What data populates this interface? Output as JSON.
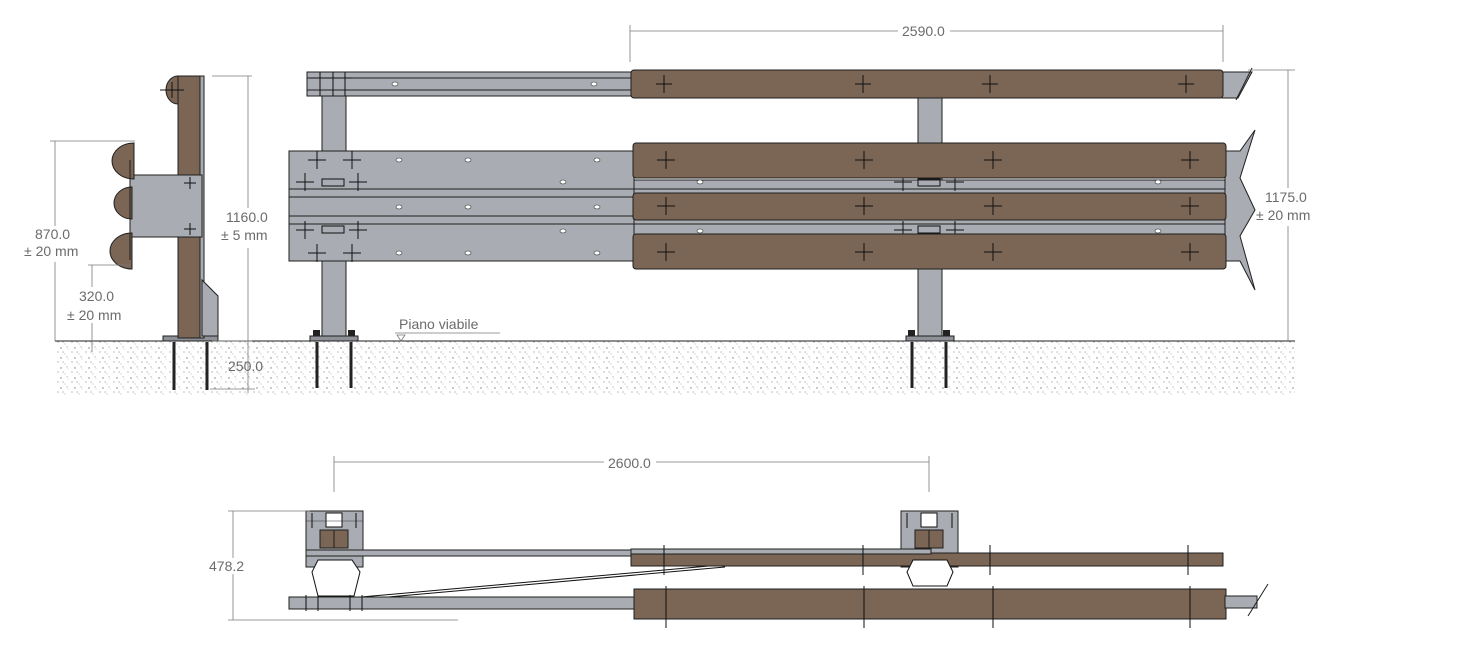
{
  "dimensions": {
    "top_length": "2590.0",
    "post_height": "1160.0",
    "post_height_tol": "± 5 mm",
    "rail_height": "870.0",
    "rail_height_tol": "± 20 mm",
    "lower_height": "320.0",
    "lower_height_tol": "± 20 mm",
    "embed_depth": "250.0",
    "total_height": "1175.0",
    "total_height_tol": "± 20 mm",
    "post_spacing": "2600.0",
    "plan_width": "478.2"
  },
  "labels": {
    "road_level": "Piano viabile"
  },
  "colors": {
    "steel": "#a9acb2",
    "wood": "#7b6555",
    "dimension_lines": "#7a7a7a"
  }
}
